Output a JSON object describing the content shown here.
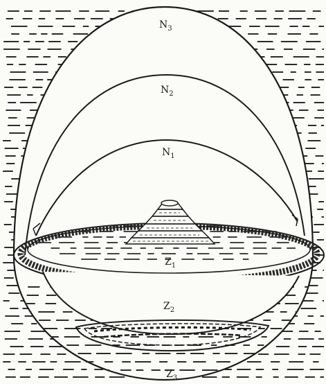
{
  "labels": {
    "n3": {
      "main": "N",
      "sub": "3"
    },
    "n2": {
      "main": "N",
      "sub": "2"
    },
    "n1": {
      "main": "N",
      "sub": "1"
    },
    "z1": {
      "main": "Z",
      "sub": "1"
    },
    "z2": {
      "main": "Z",
      "sub": "2"
    },
    "z3": {
      "main": "Z",
      "sub": "3"
    }
  },
  "colors": {
    "ink": "#1a1a1a",
    "paper": "#fbfbf8",
    "water": "#2b2b2b"
  }
}
